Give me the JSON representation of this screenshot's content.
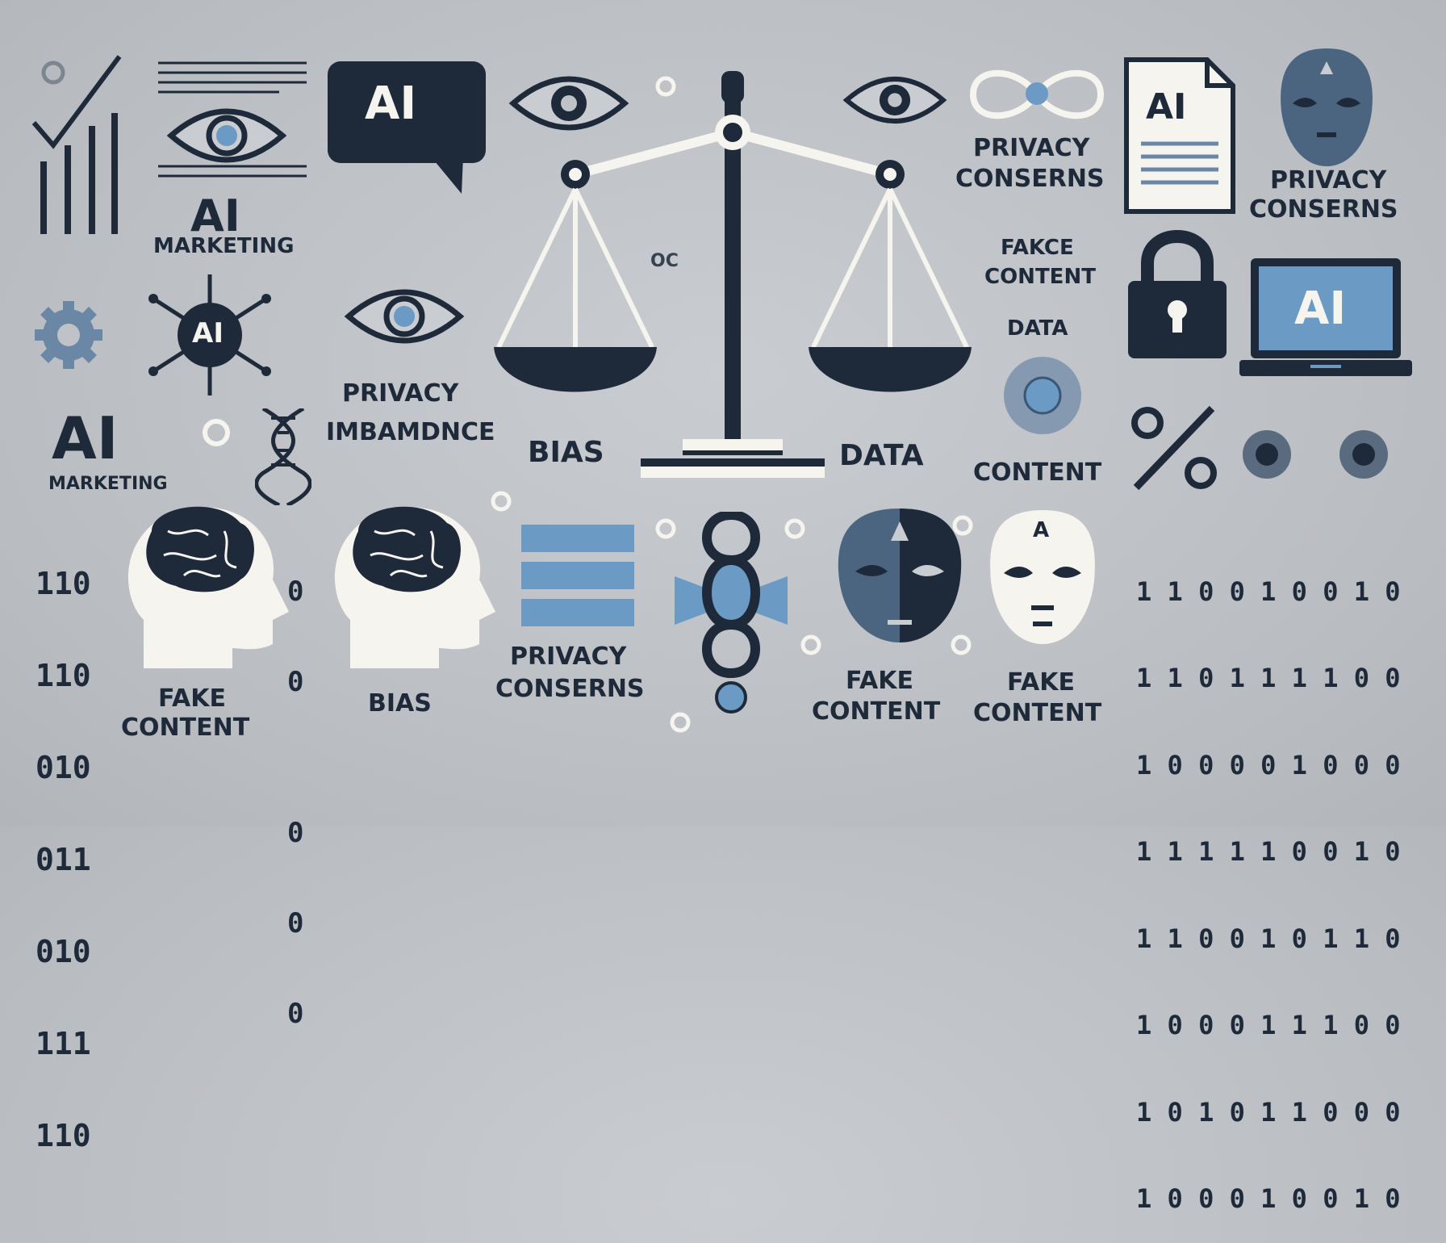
{
  "palette": {
    "background": "#bfc2c6",
    "dark": "#1e2a3a",
    "accent": "#6b9ac4",
    "light": "#f6f4ee"
  },
  "labels": {
    "ai_marketing_top_ai": "AI",
    "ai_marketing_top_word": "MARKETING",
    "ai_marketing_bottom_ai": "AI",
    "ai_marketing_bottom_word": "MARKETING",
    "speech_bubble_ai": "AI",
    "gear_badge_ai": "AI",
    "privacy_imbalance_line1": "PRIVACY",
    "privacy_imbalance_line2": "IMBAMDNCE",
    "bias_center": "BIAS",
    "data_center": "DATA",
    "privacy_conserns_top_line1": "PRIVACY",
    "privacy_conserns_top_line2": "CONSERNS",
    "privacy_conserns_right_line1": "PRIVACY",
    "privacy_conserns_right_line2": "CONSERNS",
    "document_ai": "AI",
    "fakce_content_line1": "FAKCE",
    "fakce_content_line2": "CONTENT",
    "data_right": "DATA",
    "content_right": "CONTENT",
    "laptop_ai": "AI",
    "oc_small": "OC",
    "fake_content_left_line1": "FAKE",
    "fake_content_left_line2": "CONTENT",
    "bias_bottom": "BIAS",
    "privacy_conserns_bottom_line1": "PRIVACY",
    "privacy_conserns_bottom_line2": "CONSERNS",
    "fake_content_mask_dark_line1": "FAKE",
    "fake_content_mask_dark_line2": "CONTENT",
    "fake_content_mask_light_line1": "FAKE",
    "fake_content_mask_light_line2": "CONTENT",
    "mask_light_symbol": "A"
  },
  "binary_left": [
    "110",
    "110",
    "010",
    "011",
    "010",
    "111",
    "110"
  ],
  "binary_mid": [
    "0",
    "0",
    "",
    "0",
    "0",
    "0"
  ],
  "binary_right": [
    "1 1 0 0 1 0 0 1 0",
    "1 1 0 1 1 1 1 0 0",
    "1 0 0 0 0 1 0 0 0",
    "1 1 1 1 1 0 0 1 0",
    "1 1 0 0 1 0 1 1 0",
    "1 0 0 0 1 1 1 0 0",
    "1 0 1 0 1 1 0 0 0",
    "1 0 0 0 1 0 0 1 0"
  ],
  "icons": [
    "check-chart-icon",
    "document-lines-icon",
    "eye-icon",
    "speech-bubble-icon",
    "gear-network-icon",
    "dna-icon",
    "scale-of-justice-icon",
    "infinity-link-icon",
    "ai-document-icon",
    "mask-icon",
    "padlock-icon",
    "laptop-icon",
    "percent-icon",
    "brain-head-icon",
    "stacked-bars-icon",
    "chain-dna-icon",
    "dark-mask-icon",
    "light-mask-icon"
  ]
}
